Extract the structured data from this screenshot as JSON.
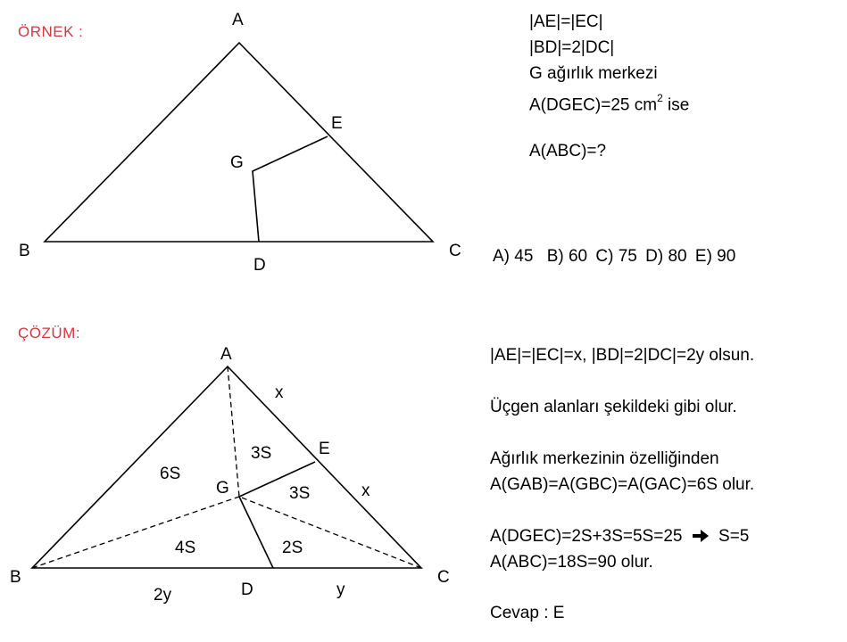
{
  "example": {
    "heading": "ÖRNEK :",
    "labels": {
      "A": "A",
      "B": "B",
      "C": "C",
      "D": "D",
      "E": "E",
      "G": "G"
    },
    "given": [
      "|AE|=|EC|",
      "|BD|=2|DC|",
      "G ağırlık merkezi"
    ],
    "area_prefix": "A(DGEC)=25",
    "area_unit": "cm",
    "area_exp": "2",
    "area_suffix": "ise",
    "question": "A(ABC)=?",
    "choices": [
      "A) 45",
      "B) 60",
      "C) 75",
      "D) 80",
      "E) 90"
    ]
  },
  "solution": {
    "heading": "ÇÖZÜM:",
    "labels": {
      "A": "A",
      "B": "B",
      "C": "C",
      "D": "D",
      "E": "E",
      "G": "G"
    },
    "segments": {
      "AE": "x",
      "EC": "x",
      "BD": "2y",
      "DC": "y"
    },
    "areas": [
      "6S",
      "3S",
      "3S",
      "4S",
      "2S"
    ],
    "steps": [
      "|AE|=|EC|=x, |BD|=2|DC|=2y olsun.",
      "Üçgen alanları şekildeki gibi olur.",
      "Ağırlık merkezinin özelliğinden",
      "A(GAB)=A(GBC)=A(GAC)=6S olur.",
      "A(DGEC)=2S+3S=5S=25",
      "S=5",
      "A(ABC)=18S=90 olur.",
      "Cevap : E"
    ]
  }
}
